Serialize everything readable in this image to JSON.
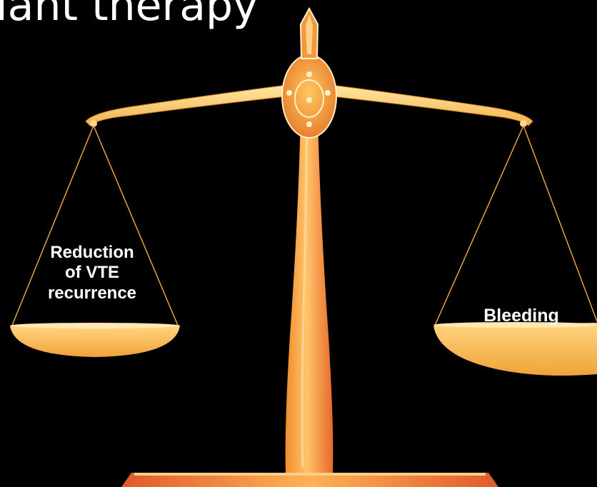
{
  "slide": {
    "title_fragment": "lant therapy",
    "left_pan": {
      "lines": [
        "Reduction",
        "of VTE",
        "recurrence"
      ]
    },
    "right_pan": {
      "label": "Bleeding"
    }
  },
  "colors": {
    "background": "#000000",
    "scale_gold": "#f5a23a",
    "scale_light": "#ffd27a",
    "scale_dark": "#e0662a",
    "text": "#ffffff"
  },
  "icons": [
    "balance-scale-icon"
  ]
}
